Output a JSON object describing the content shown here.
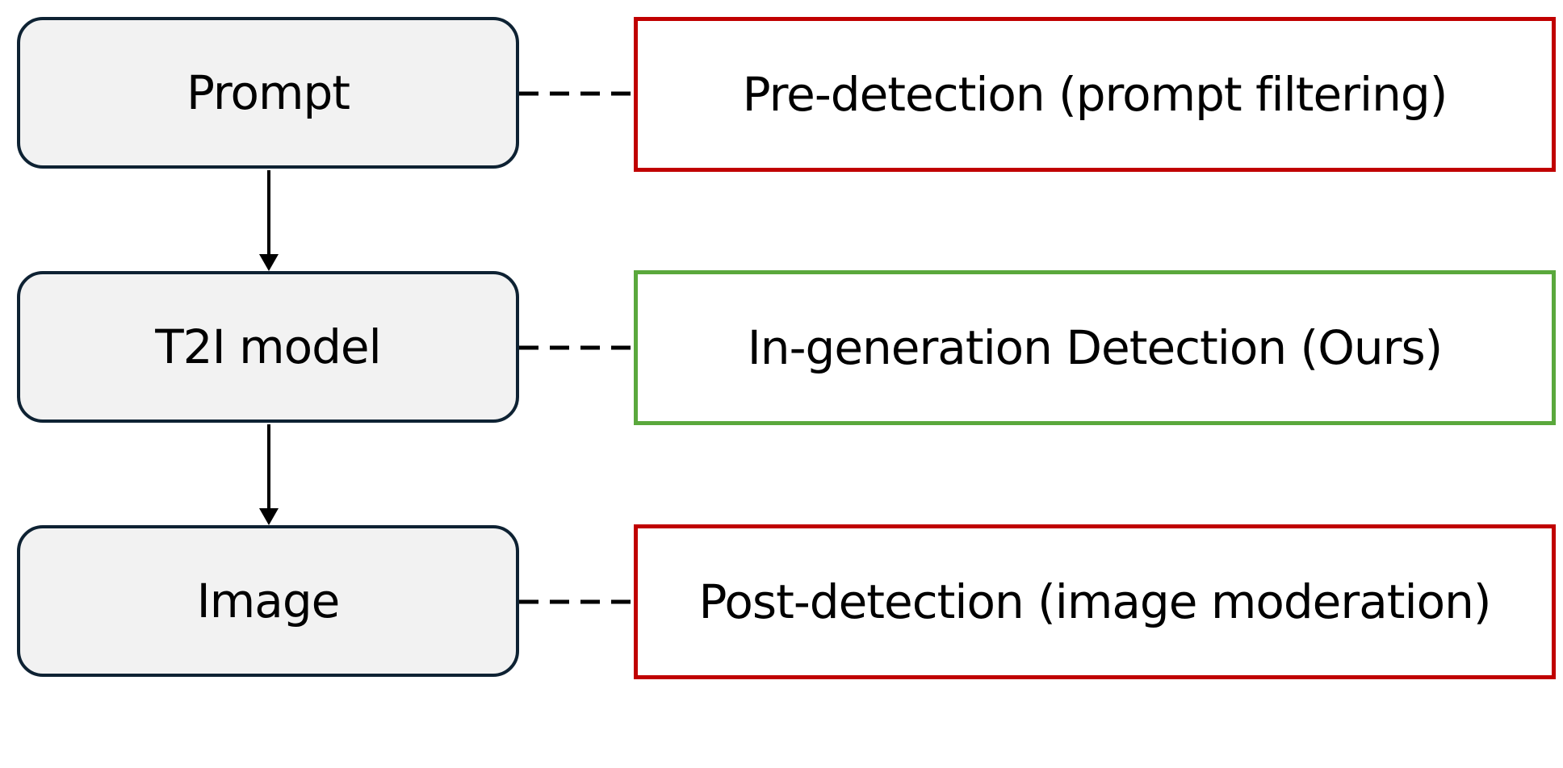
{
  "stages": [
    {
      "label": "Prompt"
    },
    {
      "label": "T2I model"
    },
    {
      "label": "Image"
    }
  ],
  "detections": [
    {
      "label": "Pre-detection (prompt filtering)",
      "border_color": "#c00000"
    },
    {
      "label": "In-generation Detection (Ours)",
      "border_color": "#5aa83c"
    },
    {
      "label": "Post-detection (image moderation)",
      "border_color": "#c00000"
    }
  ],
  "colors": {
    "stage_fill": "#f2f2f2",
    "stage_border": "#0e2233",
    "arrow": "#000000"
  }
}
